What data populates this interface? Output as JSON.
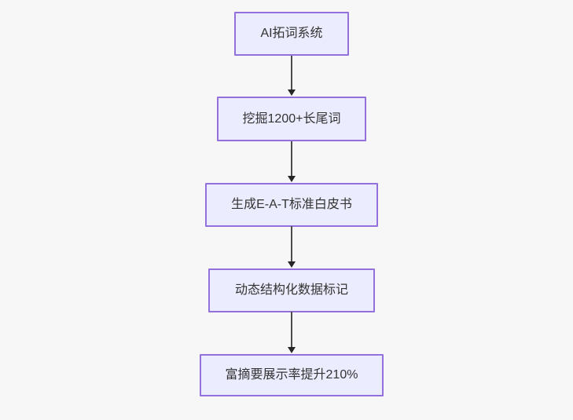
{
  "colors": {
    "background": "#f7f7f7",
    "node_fill": "#ececff",
    "node_border": "#9370db",
    "node_text": "#333333",
    "edge_line": "#4d4d4d",
    "arrowhead": "#262626"
  },
  "flowchart": {
    "type": "flowchart",
    "direction": "top-down",
    "nodes": [
      {
        "id": "n1",
        "label": "AI拓词系统"
      },
      {
        "id": "n2",
        "label": "挖掘1200+长尾词"
      },
      {
        "id": "n3",
        "label": "生成E-A-T标准白皮书"
      },
      {
        "id": "n4",
        "label": "动态结构化数据标记"
      },
      {
        "id": "n5",
        "label": "富摘要展示率提升210%"
      }
    ],
    "edges": [
      {
        "from": "n1",
        "to": "n2"
      },
      {
        "from": "n2",
        "to": "n3"
      },
      {
        "from": "n3",
        "to": "n4"
      },
      {
        "from": "n4",
        "to": "n5"
      }
    ]
  }
}
